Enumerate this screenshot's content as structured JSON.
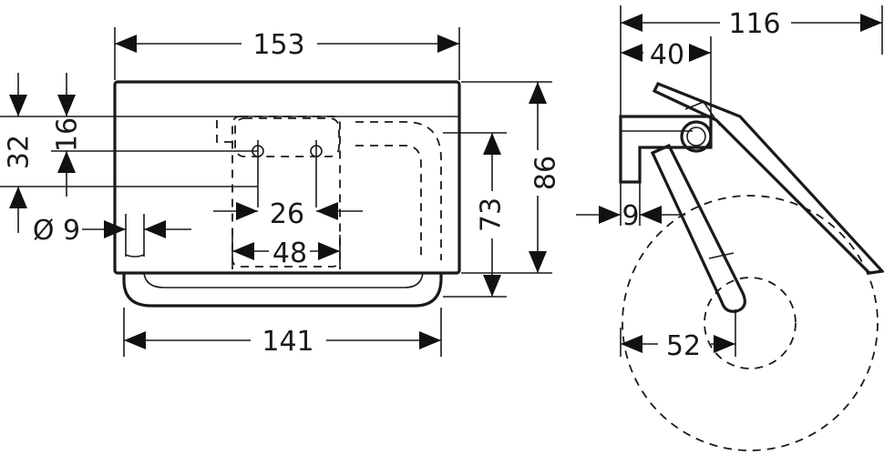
{
  "front_view": {
    "width_top": "153",
    "width_bottom": "141",
    "height_total": "86",
    "height_73": "73",
    "hole_spacing": "26",
    "plate_width": "48",
    "offset_32": "32",
    "offset_16": "16",
    "diameter": "Ø 9"
  },
  "side_view": {
    "depth": "116",
    "bracket_depth": "40",
    "gap": "9",
    "roll_core": "52"
  }
}
